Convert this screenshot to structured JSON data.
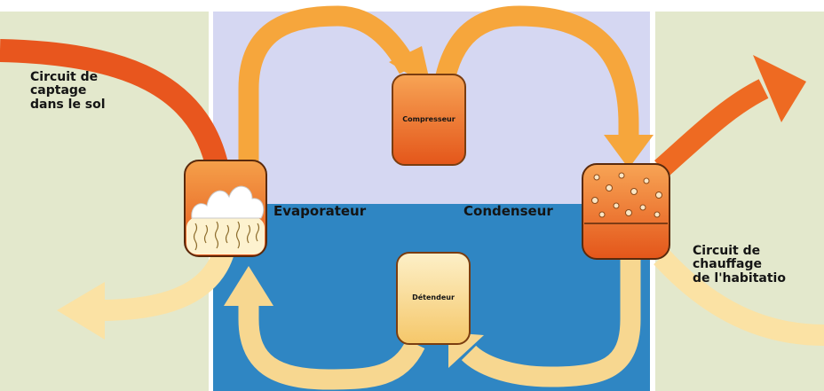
{
  "labels": {
    "source_circuit": [
      "Circuit de",
      "captage",
      "dans le sol"
    ],
    "heating_circuit": [
      "Circuit de",
      "chauffage",
      "de l'habitatio"
    ],
    "evaporator": "Evaporateur",
    "condenser": "Condenseur",
    "compressor": "Compresseur",
    "expansion_valve": "Détendeur"
  },
  "colors": {
    "ground_panel": "#e3e8cc",
    "heating_panel": "#e3e8cc",
    "hot_zone": "#d5d7f2",
    "cold_zone": "#2f86c3",
    "hot_fluid_arrow": "#f6a63c",
    "cold_fluid_arrow": "#f7d790",
    "source_arrow": "#e8561e",
    "return_arrow": "#fbe2a4",
    "component_hot": "#ee6f22",
    "component_cold": "#f8d07e",
    "text": "#141414"
  }
}
